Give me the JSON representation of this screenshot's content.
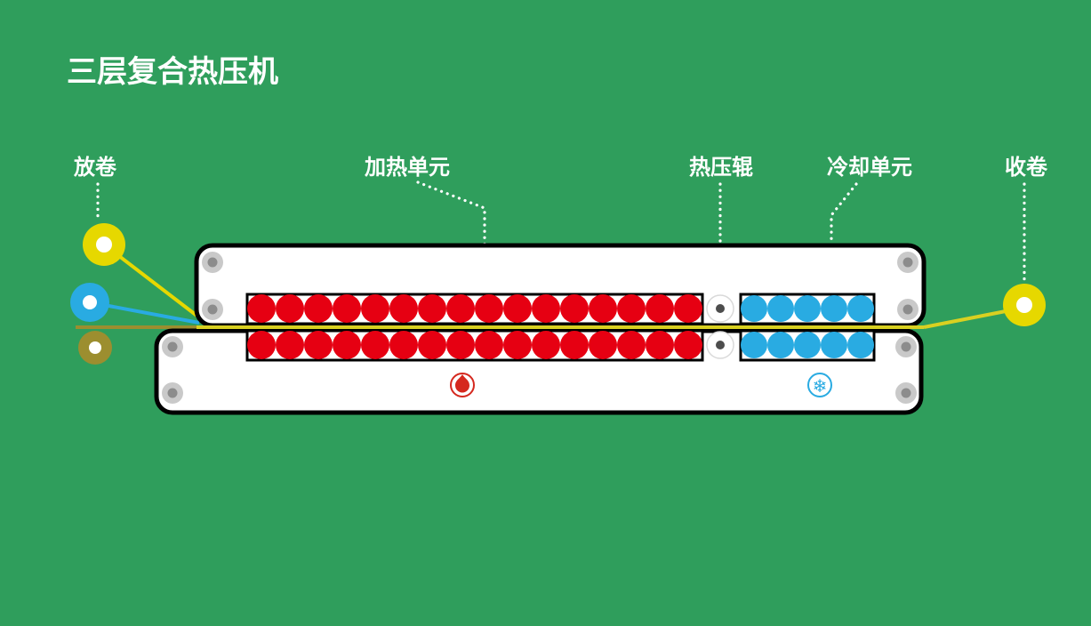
{
  "title": "三层复合热压机",
  "labels": {
    "unwind": "放卷",
    "heating_unit": "加热单元",
    "press_roller": "热压辊",
    "cooling_unit": "冷却单元",
    "rewind": "收卷"
  },
  "machine": {
    "plate_count": 2,
    "roller_rows": 2,
    "heating_rollers_per_row": 16,
    "cooling_rollers_per_row": 5,
    "press_rollers_per_row": 1,
    "material_layers": 3
  },
  "icons": {
    "heat": "flame-icon",
    "cool": "snowflake-icon",
    "cool_glyph": "❄"
  },
  "colors": {
    "background": "#2f9e5c",
    "heating_roller": "#e60012",
    "cooling_roller": "#29abe2",
    "press_roller": "#ffffff",
    "unwind_roll_top": "#e6d800",
    "unwind_roll_middle": "#29abe2",
    "unwind_roll_bottom": "#9c8e2f",
    "rewind_roll": "#e6d800",
    "machine_body": "#ffffff",
    "machine_outline": "#000000",
    "bolt": "#c9c9c9",
    "label_text": "#ffffff",
    "heat_icon": "#d5281e",
    "web_line": "#d9d021"
  }
}
